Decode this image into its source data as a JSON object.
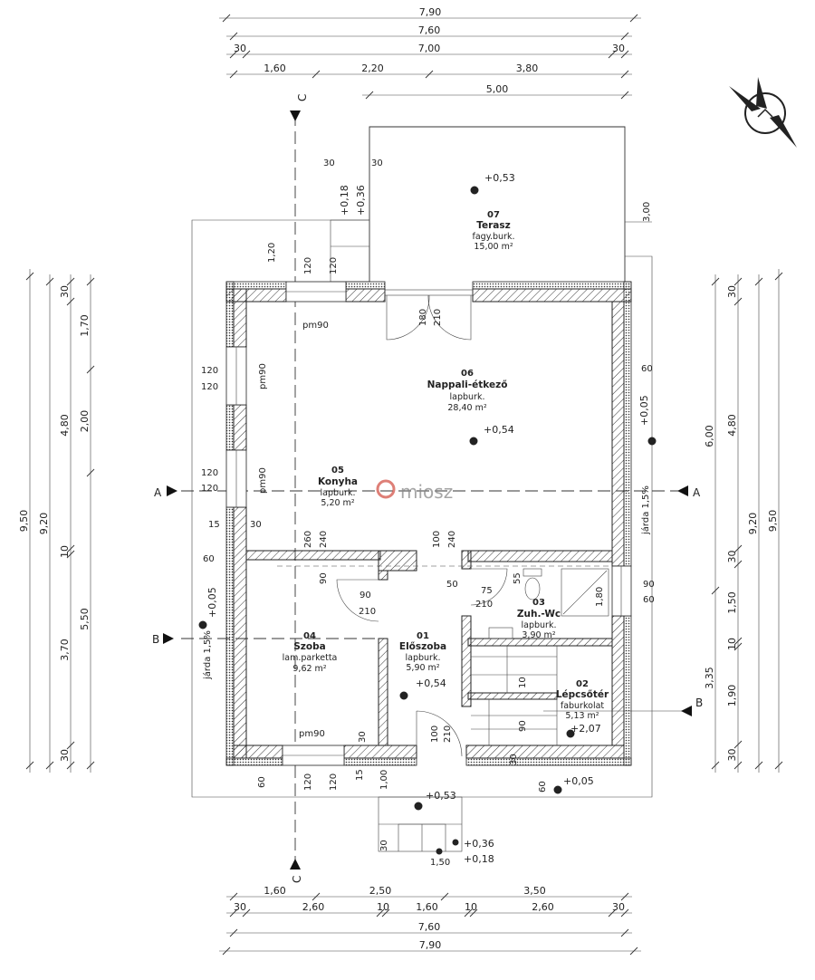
{
  "title": "Földszinti alaprajz",
  "rooms": [
    {
      "no": "06",
      "name": "Nappali-étkező",
      "finish": "lapburk.",
      "area": "28,40 m²"
    },
    {
      "no": "07",
      "name": "Terasz",
      "finish": "fagy.burk.",
      "area": "15,00 m²"
    },
    {
      "no": "05",
      "name": "Konyha",
      "finish": "lapburk.",
      "area": "5,20 m²"
    },
    {
      "no": "04",
      "name": "Szoba",
      "finish": "lam.parketta",
      "area": "9,62 m²"
    },
    {
      "no": "01",
      "name": "Előszoba",
      "finish": "lapburk.",
      "area": "5,90 m²"
    },
    {
      "no": "03",
      "name": "Zuh.-Wc",
      "finish": "lapburk.",
      "area": "3,90 m²"
    },
    {
      "no": "02",
      "name": "Lépcsőtér",
      "finish": "faburkolat",
      "area": "5,13 m²"
    }
  ],
  "levels": [
    "+0,53",
    "+0,54",
    "+0,05",
    "+0,05",
    "+0,54",
    "+2,07",
    "+0,53",
    "+0,05",
    "+0,36",
    "+0,18",
    "+0,18",
    "+0,36"
  ],
  "openings": [
    "pm90",
    "pm90",
    "pm90",
    "pm90",
    "120",
    "120",
    "120",
    "120",
    "120",
    "120",
    "120",
    "120",
    "180",
    "210",
    "90",
    "210",
    "75",
    "210",
    "100",
    "210",
    "1,80"
  ],
  "misc_dims": [
    "30",
    "30",
    "1,20",
    "3,00",
    "60",
    "260",
    "240",
    "100",
    "240",
    "90",
    "50",
    "55",
    "15",
    "30",
    "60",
    "90",
    "60",
    "60",
    "15",
    "1,00",
    "30",
    "1,50",
    "30",
    "10",
    "90",
    "30",
    "60"
  ],
  "sections": {
    "c": "C",
    "a": "A",
    "b": "B"
  },
  "sidewalk": "járda 1,5%",
  "watermark": "miosz",
  "dimensions": {
    "top": [
      [
        "7,90"
      ],
      [
        "7,60"
      ],
      [
        "30",
        "7,00",
        "30"
      ],
      [
        "1,60",
        "2,20",
        "3,80"
      ],
      [
        "5,00"
      ]
    ],
    "bottom": [
      [
        "1,60",
        "2,50",
        "3,50"
      ],
      [
        "30",
        "2,60",
        "10",
        "1,60",
        "10",
        "2,60",
        "30"
      ],
      [
        "7,60"
      ],
      [
        "7,90"
      ]
    ],
    "left": [
      [
        "9,50"
      ],
      [
        "9,20"
      ],
      [
        "30",
        "4,80",
        "10",
        "3,70",
        "30"
      ],
      [
        "1,70",
        "2,00",
        "5,50"
      ]
    ],
    "right": [
      [
        "6,00",
        "3,35"
      ],
      [
        "30",
        "4,80",
        "30",
        "1,50",
        "10",
        "1,90",
        "30"
      ],
      [
        "9,20"
      ],
      [
        "9,50"
      ]
    ]
  }
}
